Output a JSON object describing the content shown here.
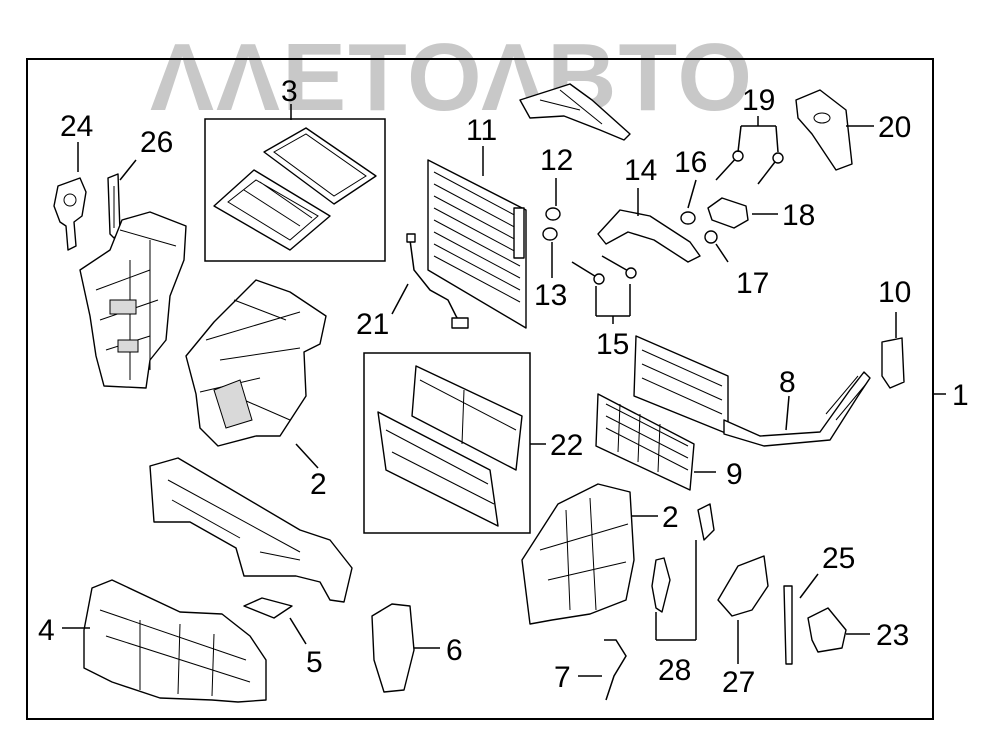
{
  "watermark": {
    "text": "ΛΛΕΤΟΛΒΤΟ",
    "color": "#c6c6c6"
  },
  "callouts": {
    "c1": "1",
    "c2a": "2",
    "c2b": "2",
    "c3": "3",
    "c4": "4",
    "c5": "5",
    "c6": "6",
    "c7": "7",
    "c8": "8",
    "c9": "9",
    "c10": "10",
    "c11": "11",
    "c12": "12",
    "c13": "13",
    "c14": "14",
    "c15": "15",
    "c16": "16",
    "c17": "17",
    "c18": "18",
    "c19": "19",
    "c20": "20",
    "c21": "21",
    "c22": "22",
    "c23": "23",
    "c24": "24",
    "c25": "25",
    "c26": "26",
    "c27": "27",
    "c28": "28"
  },
  "colors": {
    "line": "#000000",
    "background": "#ffffff",
    "watermark": "#c6c6c6"
  }
}
